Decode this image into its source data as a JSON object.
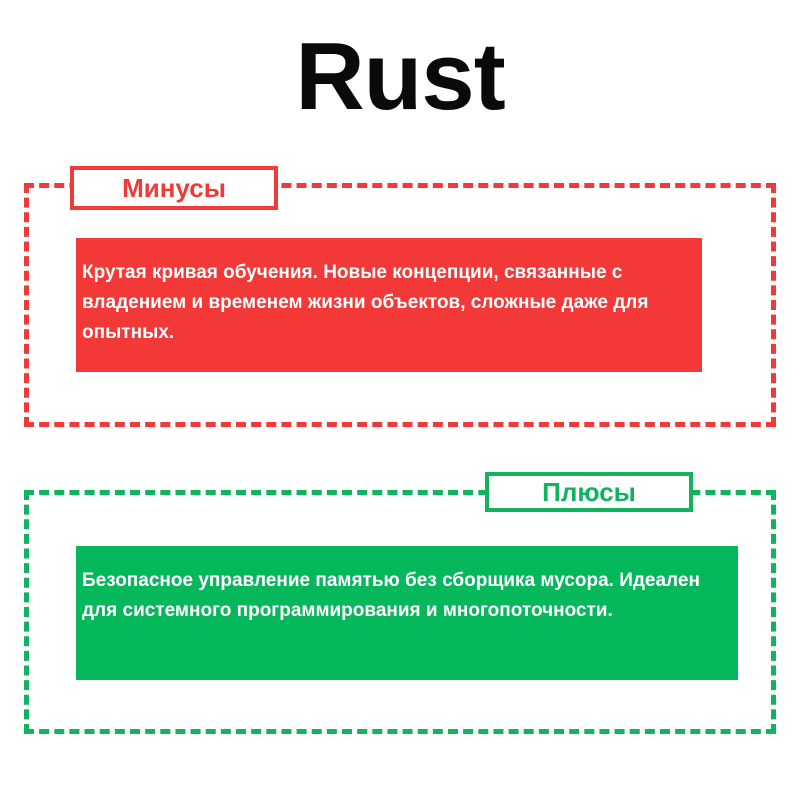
{
  "title": "Rust",
  "cons": {
    "label": "Минусы",
    "text": "Крутая кривая обучения. Новые концепции, связанные с владением и временем жизни объектов, сложные даже для опытных."
  },
  "pros": {
    "label": "Плюсы",
    "text": "Безопасное управление памятью без сборщика мусора. Идеален для системного программирования и многопоточности."
  },
  "colors": {
    "cons": "#f03a3a",
    "pros": "#12b35e",
    "title": "#0a0a0a"
  }
}
